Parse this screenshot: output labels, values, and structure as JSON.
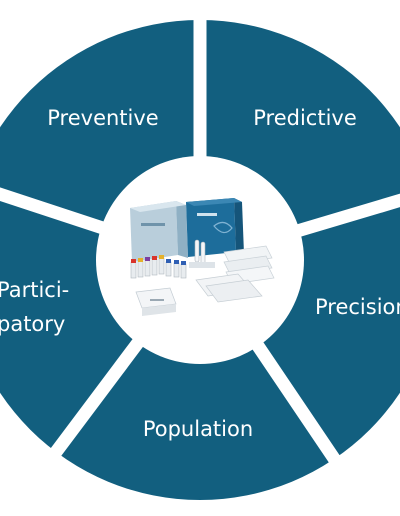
{
  "diagram": {
    "segments": [
      {
        "id": "preventive",
        "label": "Preventive"
      },
      {
        "id": "predictive",
        "label": "Predictive"
      },
      {
        "id": "precision",
        "label": "Precision"
      },
      {
        "id": "population",
        "label": "Population"
      },
      {
        "id": "participatory",
        "label_line1": "Partici-",
        "label_line2": "patory"
      }
    ],
    "hub": {
      "content": "product kit photo: boxes, vials and trays"
    }
  },
  "colors": {
    "segment_fill": "#125f7f",
    "gap": "#ffffff",
    "hub_fill": "#ffffff",
    "kit_box_light": "#b7ccd9",
    "kit_box_blue": "#1d6d9b",
    "tray": "#e9edf1"
  }
}
